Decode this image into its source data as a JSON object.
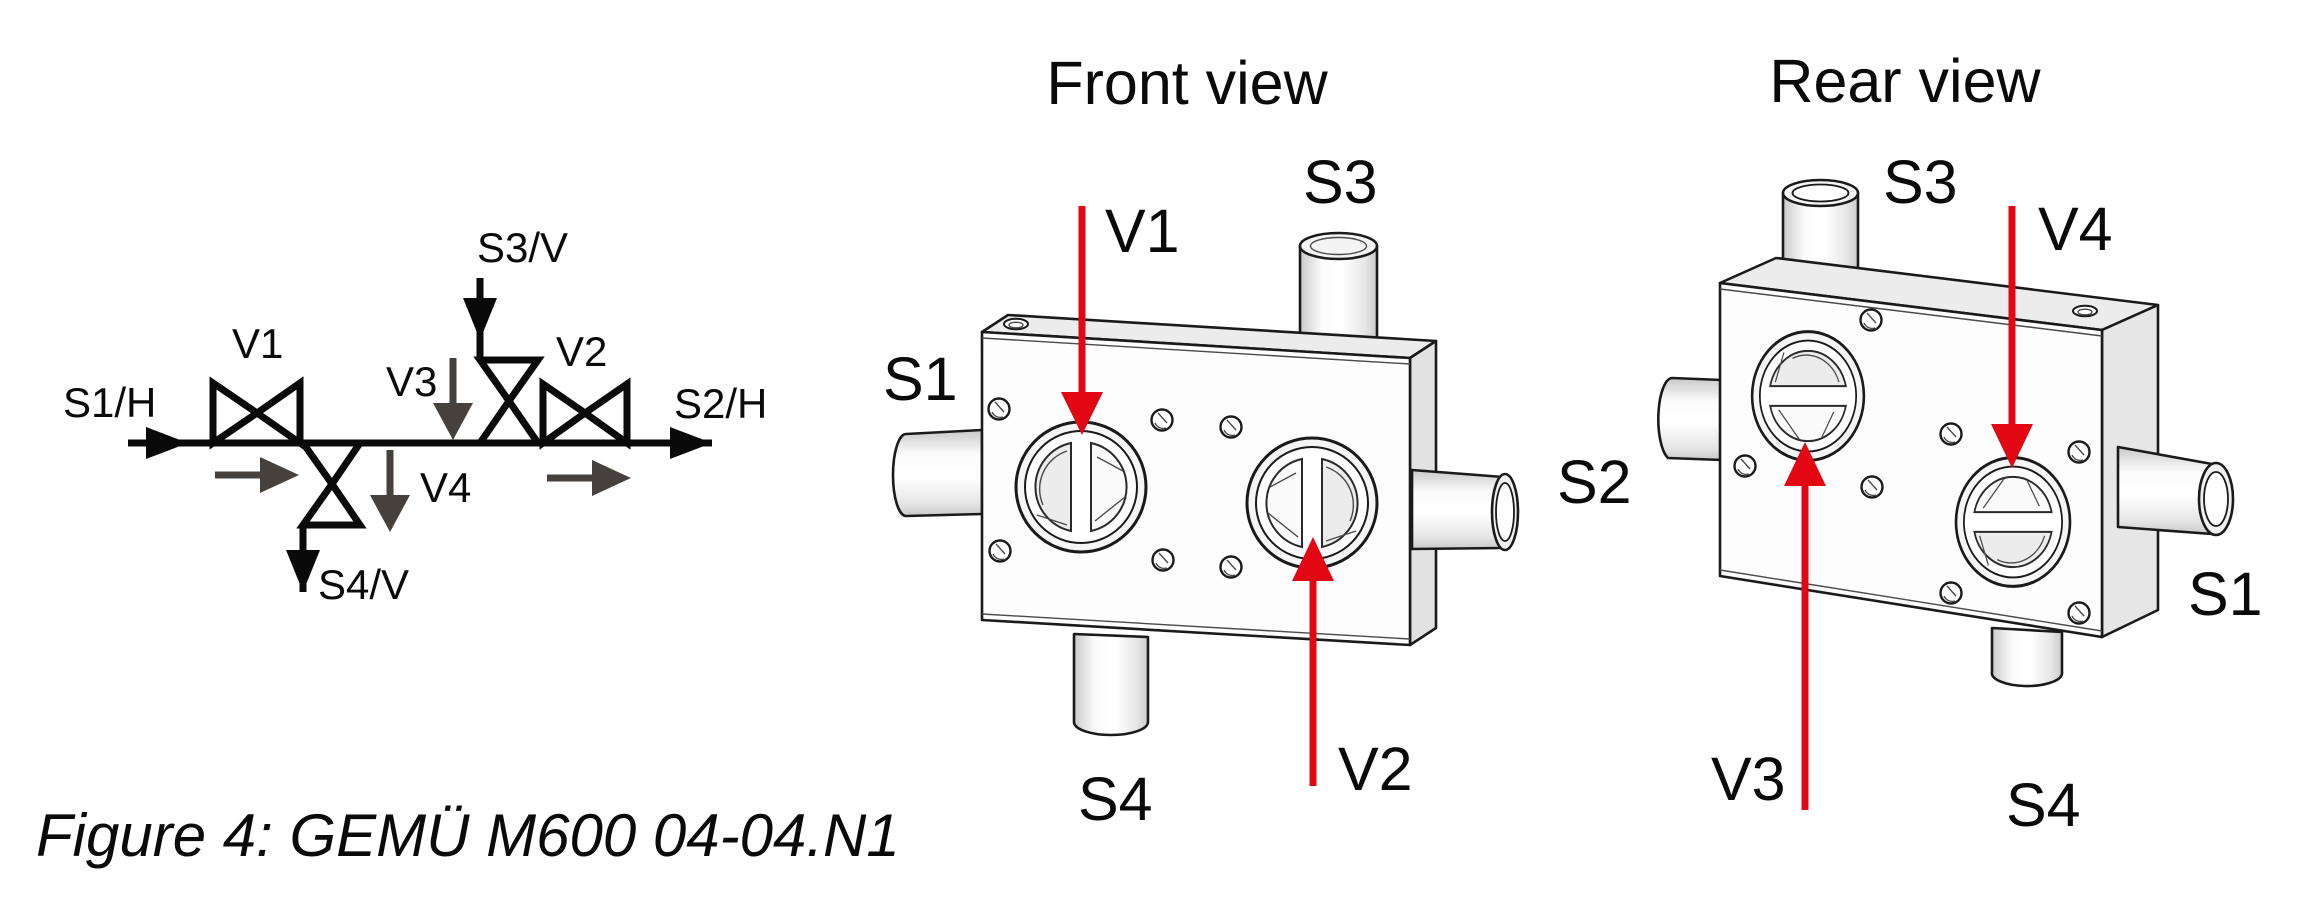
{
  "caption": "Figure 4: GEMÜ M600 04-04.N1",
  "schematic": {
    "labels": {
      "s1h": "S1/H",
      "s2h": "S2/H",
      "s3v": "S3/V",
      "s4v": "S4/V",
      "v1": "V1",
      "v2": "V2",
      "v3": "V3",
      "v4": "V4"
    }
  },
  "front_view": {
    "title": "Front view",
    "labels": {
      "v1": "V1",
      "v2": "V2",
      "s1": "S1",
      "s2": "S2",
      "s3": "S3",
      "s4": "S4"
    }
  },
  "rear_view": {
    "title": "Rear view",
    "labels": {
      "v3": "V3",
      "v4": "V4",
      "s1": "S1",
      "s3": "S3",
      "s4": "S4"
    }
  },
  "colors": {
    "arrow_red": "#e30613",
    "flow_gray": "#47413d",
    "ink": "#0a0a0a"
  }
}
